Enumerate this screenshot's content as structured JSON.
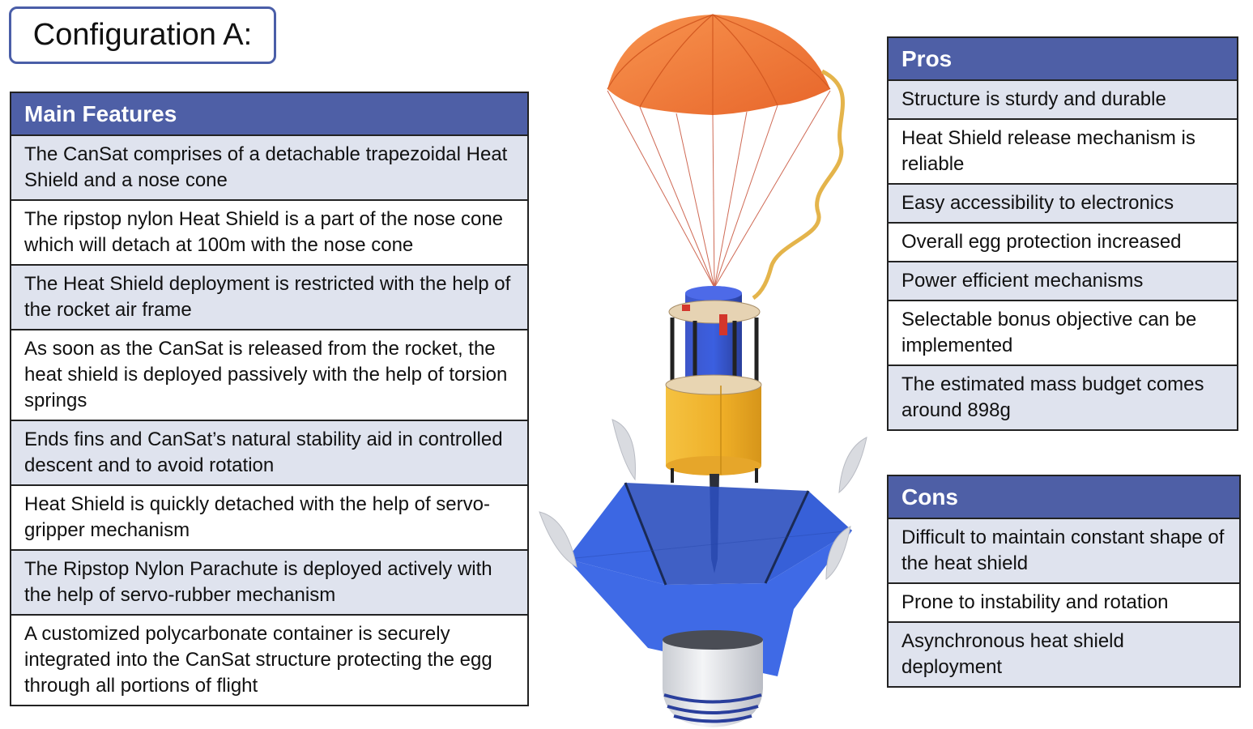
{
  "title": "Configuration A:",
  "main_features": {
    "header": "Main Features",
    "items": [
      "The CanSat comprises of a detachable trapezoidal Heat Shield and a nose cone",
      "The ripstop nylon Heat Shield is a part of the nose cone which will detach at 100m with the nose cone",
      "The Heat Shield deployment is restricted with the help of the rocket air frame",
      "As soon as the CanSat is released from the rocket, the heat shield is deployed passively with the help of torsion springs",
      "Ends fins and CanSat’s natural stability aid in controlled descent and to avoid rotation",
      "Heat Shield is quickly detached with the help of servo-gripper mechanism",
      "The Ripstop Nylon Parachute is deployed actively with the help of servo-rubber mechanism",
      "A customized polycarbonate container is securely integrated into the CanSat structure protecting the egg through all portions of flight"
    ]
  },
  "pros": {
    "header": "Pros",
    "items": [
      "Structure is sturdy and durable",
      "Heat Shield release mechanism is reliable",
      "Easy accessibility to electronics",
      "Overall egg protection increased",
      "Power efficient mechanisms",
      "Selectable bonus objective can be implemented",
      "The estimated mass budget comes around 898g"
    ]
  },
  "cons": {
    "header": "Cons",
    "items": [
      "Difficult to maintain constant shape of the heat shield",
      "Prone to instability and rotation",
      "Asynchronous heat shield deployment"
    ]
  },
  "colors": {
    "header_blue": "#4e5fa6",
    "row_alt": "#dfe3ee",
    "parachute": "#f07a3a",
    "heat_shield": "#2f5fd8",
    "body_yellow": "#f2b630"
  }
}
